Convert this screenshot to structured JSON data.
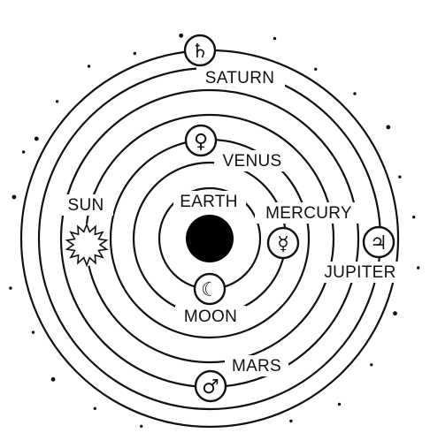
{
  "labels": {
    "saturn": "SATURN",
    "venus": "VENUS",
    "sun": "SUN",
    "earth": "EARTH",
    "mercury": "MERCURY",
    "jupiter": "JUPITER",
    "moon": "MOON",
    "mars": "MARS"
  },
  "symbols": {
    "saturn": "♄",
    "venus": "♀",
    "mercury": "☿",
    "jupiter": "♃",
    "moon": "☾",
    "mars": "♂"
  },
  "icons": {
    "earth": "filled-black-circle",
    "sun": "jagged-sun-outline",
    "stars": "scattered-dots"
  }
}
